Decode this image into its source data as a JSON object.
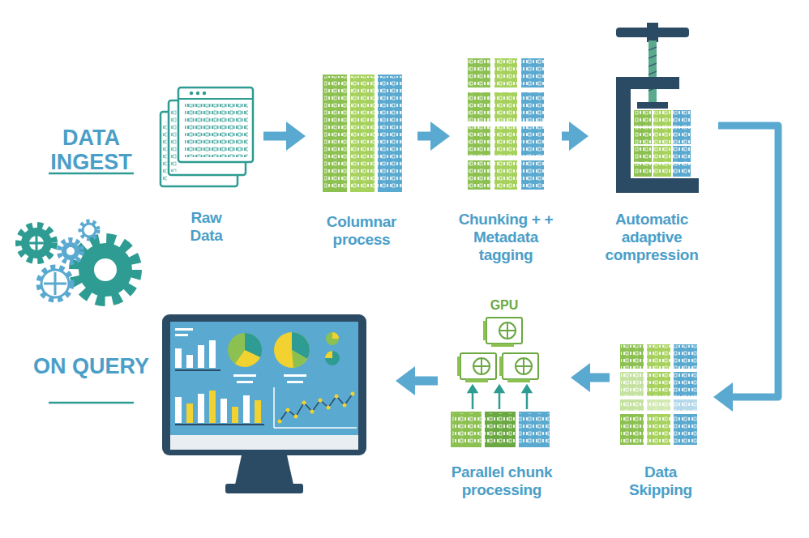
{
  "diagram": {
    "nodes": [
      {
        "text": [
          "Raw Data"
        ]
      },
      {
        "text": [
          "Columnar process"
        ]
      },
      {
        "text": [
          "Chunking + + Metadata tagging"
        ]
      },
      {
        "text": [
          "Automatic adaptive compression"
        ]
      },
      {
        "text": [
          "Data Skipping"
        ]
      },
      {
        "text": [
          "Parallel chunk processing"
        ]
      }
    ],
    "edges": [
      {
        "from": 0,
        "to": 1,
        "arrow": "to"
      },
      {
        "from": 1,
        "to": 2,
        "arrow": "to"
      },
      {
        "from": 2,
        "to": 3,
        "arrow": "to"
      },
      {
        "from": 3,
        "to": 4,
        "arrow": "to"
      },
      {
        "from": 4,
        "to": 5,
        "arrow": "to"
      }
    ],
    "labels": [
      "DATA INGEST",
      "ON QUERY",
      "GPU"
    ]
  }
}
